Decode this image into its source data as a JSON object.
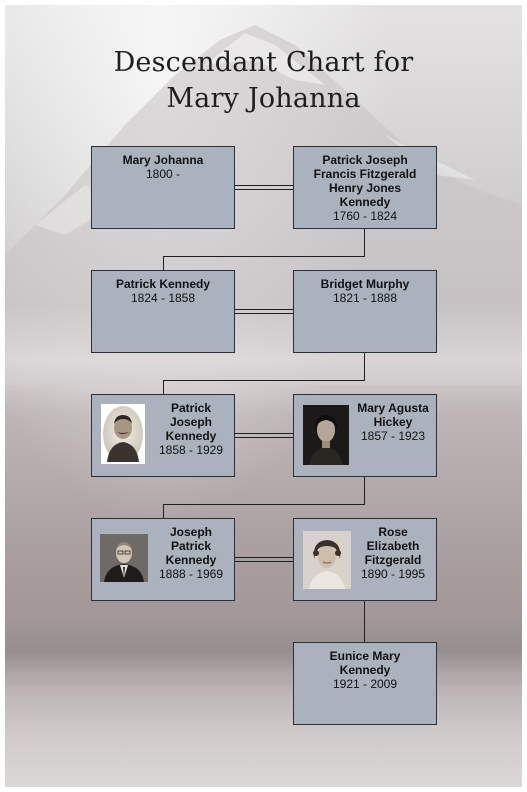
{
  "title": {
    "line1": "Descendant Chart for",
    "line2": "Mary Johanna"
  },
  "people": {
    "mary_johanna": {
      "name": "Mary Johanna",
      "dates": "1800 -"
    },
    "patrick_joseph": {
      "name": "Patrick Joseph Francis Fitzgerald Henry Jones Kennedy",
      "dates": "1760 - 1824"
    },
    "patrick_kennedy": {
      "name": "Patrick Kennedy",
      "dates": "1824 - 1858"
    },
    "bridget_murphy": {
      "name": "Bridget Murphy",
      "dates": "1821 - 1888"
    },
    "patrick_joseph_kennedy": {
      "name": "Patrick Joseph Kennedy",
      "dates": "1858 - 1929",
      "photo_icon": "portrait-photo-man-mustache"
    },
    "mary_agusta_hickey": {
      "name": "Mary Agusta Hickey",
      "dates": "1857 - 1923",
      "photo_icon": "portrait-photo-woman"
    },
    "joseph_patrick_kennedy": {
      "name": "Joseph Patrick Kennedy",
      "dates": "1888 - 1969",
      "photo_icon": "portrait-photo-man-suit"
    },
    "rose_elizabeth_fitzgerald": {
      "name": "Rose Elizabeth Fitzgerald",
      "dates": "1890 - 1995",
      "photo_icon": "portrait-photo-woman-curls"
    },
    "eunice_mary_kennedy": {
      "name": "Eunice Mary Kennedy",
      "dates": "1921 - 2009"
    }
  },
  "colors": {
    "box_fill": "#aab2bd",
    "box_border": "#2b2f36",
    "connector": "#1d1f22"
  }
}
